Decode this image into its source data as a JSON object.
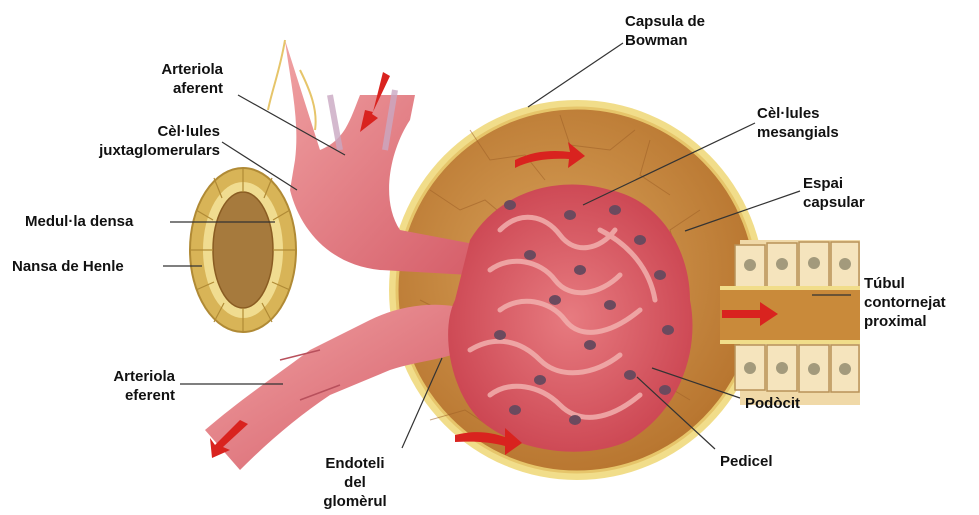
{
  "labels": {
    "arteriola_aferent": [
      "Arteriola",
      "aferent"
    ],
    "cellules_juxtaglomerulars": [
      "Cèl·lules",
      "juxtaglomerulars"
    ],
    "medulla_densa": [
      "Medul·la densa"
    ],
    "nansa_de_henle": [
      "Nansa de Henle"
    ],
    "arteriola_eferent": [
      "Arteriola",
      "eferent"
    ],
    "endoteli_del_glomerul": [
      "Endoteli",
      "del",
      "glomèrul"
    ],
    "capsula_de_bowman": [
      "Capsula de",
      "Bowman"
    ],
    "cellules_mesangials": [
      "Cèl·lules",
      "mesangials"
    ],
    "espai_capsular": [
      "Espai",
      "capsular"
    ],
    "tubul_contornejat_proximal": [
      "Túbul",
      "contornejat",
      "proximal"
    ],
    "podocit": [
      "Podòcit"
    ],
    "pedicel": [
      "Pedicel"
    ]
  },
  "colors": {
    "capsule_fill": "#c98a3a",
    "capsule_rim": "#f1dd8a",
    "vessel": "#e0707a",
    "glomerulus": "#d9535e",
    "tubule_cells": "#f0d9a8",
    "arrow": "#d9231f",
    "leader_line": "#333333"
  }
}
